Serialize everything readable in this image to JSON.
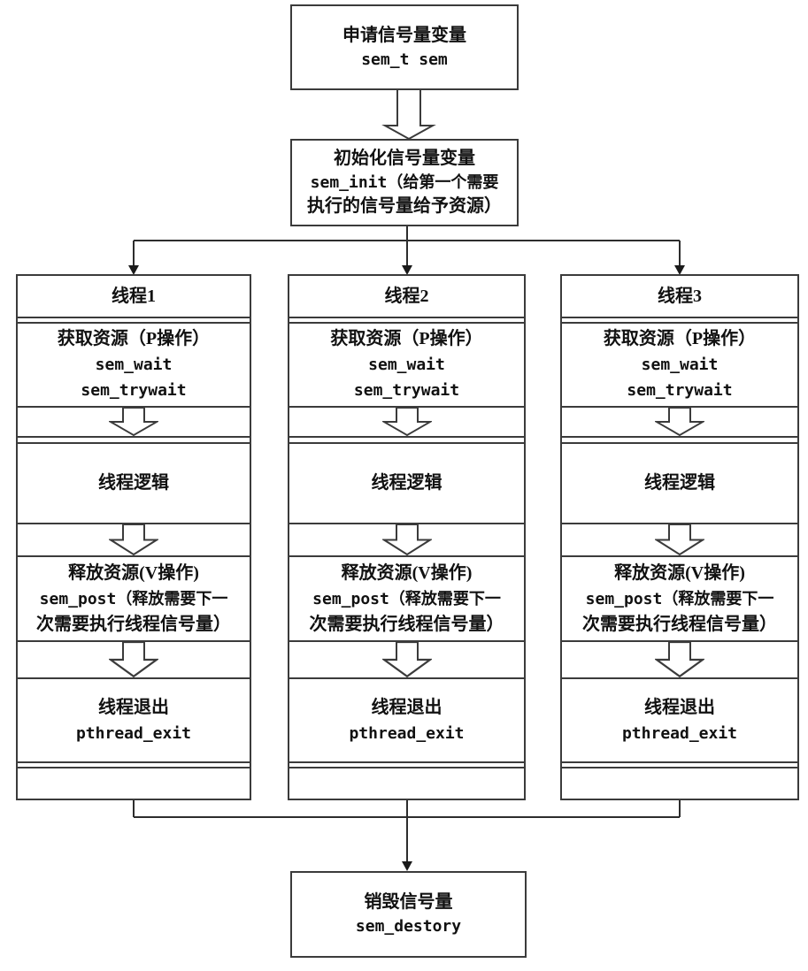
{
  "nodes": {
    "declare": {
      "line1": "申请信号量变量",
      "line2": "sem_t sem"
    },
    "init": {
      "line1": "初始化信号量变量",
      "line2": "sem_init（给第一个需要",
      "line3": "执行的信号量给予资源）"
    },
    "destroy": {
      "line1": "销毁信号量",
      "line2": "sem_destory"
    }
  },
  "threads": [
    {
      "title": "线程1",
      "acquire": {
        "line1": "获取资源（P操作）",
        "line2": "sem_wait",
        "line3": "sem_trywait"
      },
      "logic": "线程逻辑",
      "release": {
        "line1": "释放资源(V操作)",
        "line2": "sem_post（释放需要下一",
        "line3": "次需要执行线程信号量）"
      },
      "exit": {
        "line1": "线程退出",
        "line2": "pthread_exit"
      }
    },
    {
      "title": "线程2",
      "acquire": {
        "line1": "获取资源（P操作）",
        "line2": "sem_wait",
        "line3": "sem_trywait"
      },
      "logic": "线程逻辑",
      "release": {
        "line1": "释放资源(V操作)",
        "line2": "sem_post（释放需要下一",
        "line3": "次需要执行线程信号量）"
      },
      "exit": {
        "line1": "线程退出",
        "line2": "pthread_exit"
      }
    },
    {
      "title": "线程3",
      "acquire": {
        "line1": "获取资源（P操作）",
        "line2": "sem_wait",
        "line3": "sem_trywait"
      },
      "logic": "线程逻辑",
      "release": {
        "line1": "释放资源(V操作)",
        "line2": "sem_post（释放需要下一",
        "line3": "次需要执行线程信号量）"
      },
      "exit": {
        "line1": "线程退出",
        "line2": "pthread_exit"
      }
    }
  ],
  "colors": {
    "line": "#3b3b3b",
    "text": "#111111",
    "background": "#ffffff"
  }
}
